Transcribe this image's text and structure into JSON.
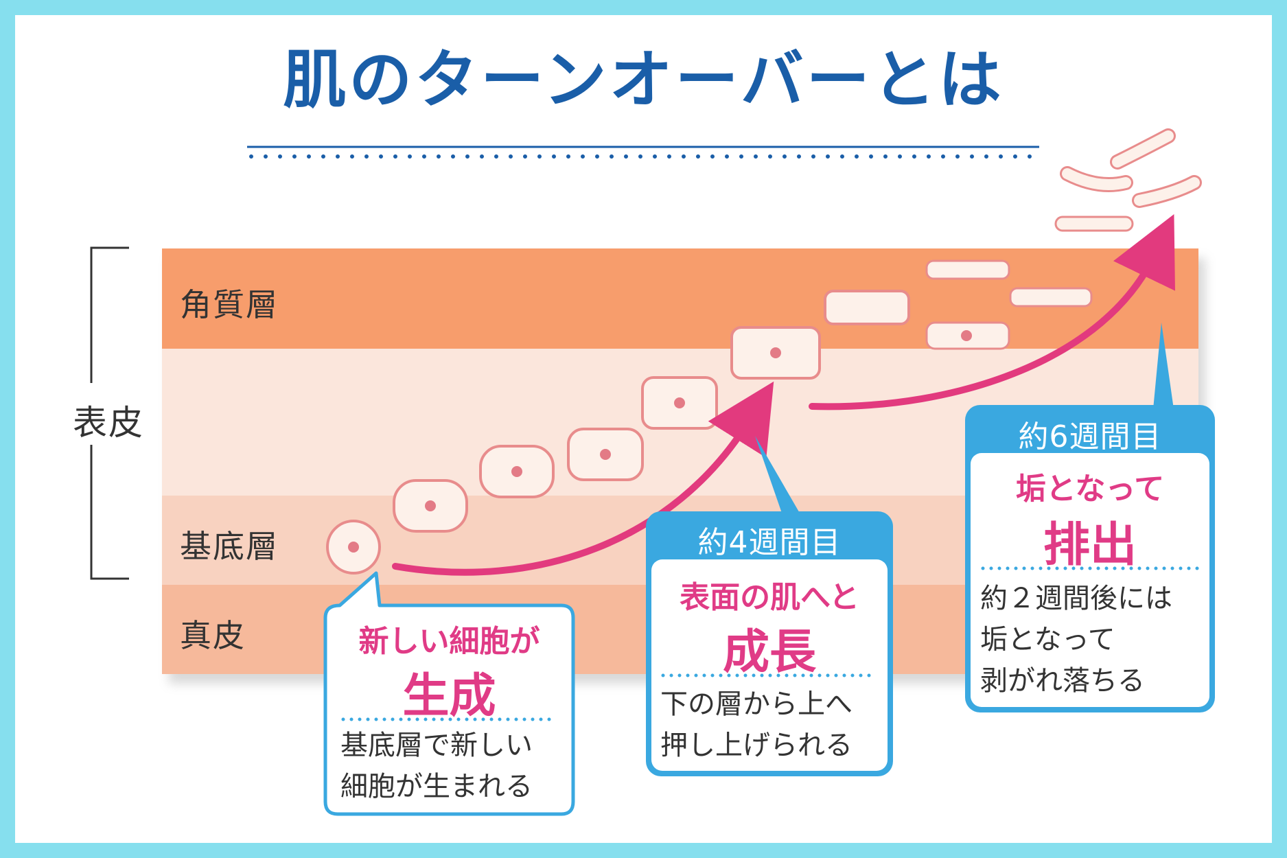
{
  "title": "肌のターンオーバーとは",
  "bracket_label": "表皮",
  "layers": {
    "stratum_corneum": "角質層",
    "basal": "基底層",
    "dermis": "真皮"
  },
  "callouts": [
    {
      "headline": "新しい細胞が",
      "emphasis": "生成",
      "body": [
        "基底層で新しい",
        "細胞が生まれる"
      ]
    },
    {
      "week": "約4週間目",
      "headline": "表面の肌へと",
      "emphasis": "成長",
      "body": [
        "下の層から上へ",
        "押し上げられる"
      ]
    },
    {
      "week": "約6週間目",
      "headline": "垢となって",
      "emphasis": "排出",
      "body": [
        "約２週間後には",
        "垢となって",
        "剥がれ落ちる"
      ]
    }
  ],
  "colors": {
    "title": "#1a5ea8",
    "accent_blue": "#3aa8e0",
    "accent_pink": "#e23a7e",
    "stratum": "#f79d6c",
    "dermis": "#f6b99b"
  }
}
